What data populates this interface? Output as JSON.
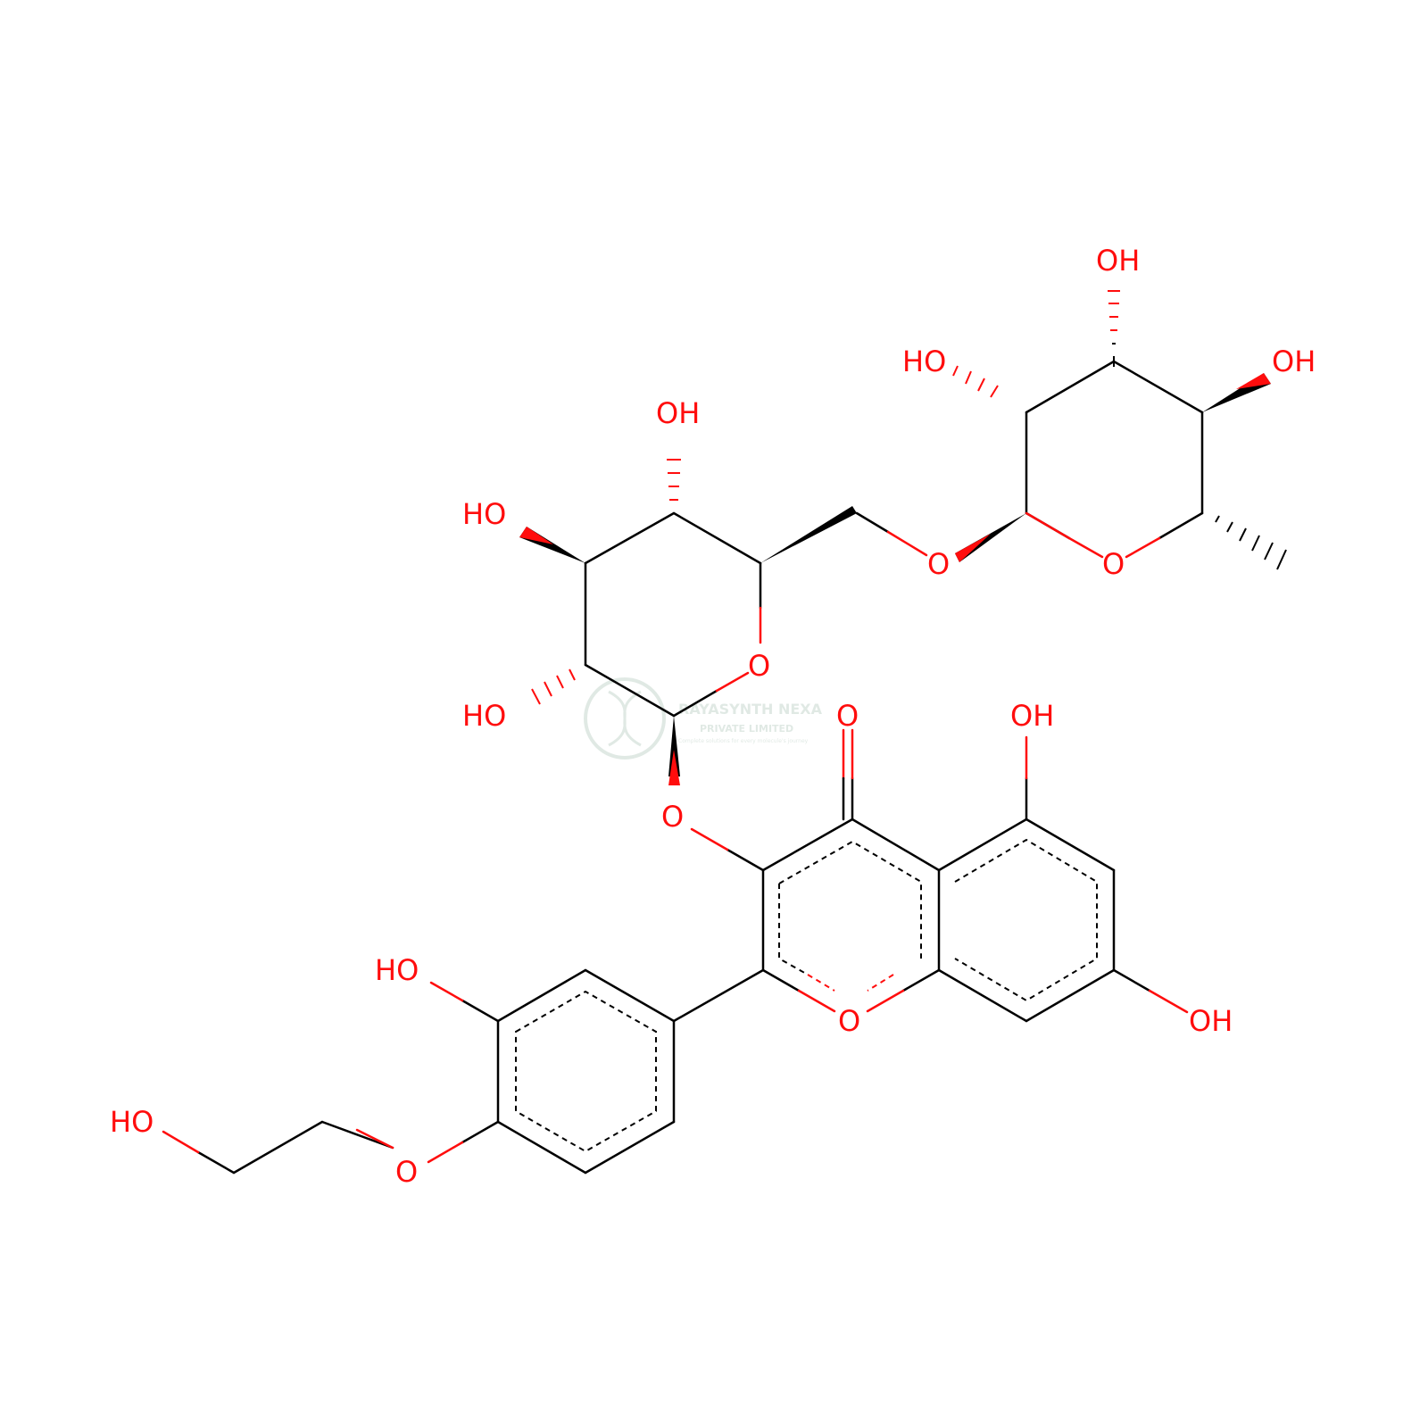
{
  "colors": {
    "bond": "#000000",
    "oxygen": "#ff0d0d",
    "background": "#ffffff",
    "watermark": "#c8d8cf"
  },
  "watermark": {
    "name": "RAYASYNTH NEXA",
    "subtitle": "PRIVATE LIMITED",
    "tagline": "Complete solutions for every molecule's journey",
    "icon": "dna-helix-logo"
  },
  "atom_labels": {
    "oh_rham_top": "OH",
    "oh_rham_left": "HO",
    "oh_rham_right": "OH",
    "o_glycosidic_link": "O",
    "o_rham_ring": "O",
    "oh_glc_top": "OH",
    "oh_glc_left_upper": "HO",
    "o_glc_ring": "O",
    "oh_glc_left_lower": "HO",
    "o_anomeric": "O",
    "o_carbonyl": "O",
    "oh_c5": "OH",
    "oh_c7": "OH",
    "o_chromone_ring": "O",
    "oh_c3prime": "HO",
    "o_ether": "O",
    "oh_hydroxyethyl": "HO"
  }
}
